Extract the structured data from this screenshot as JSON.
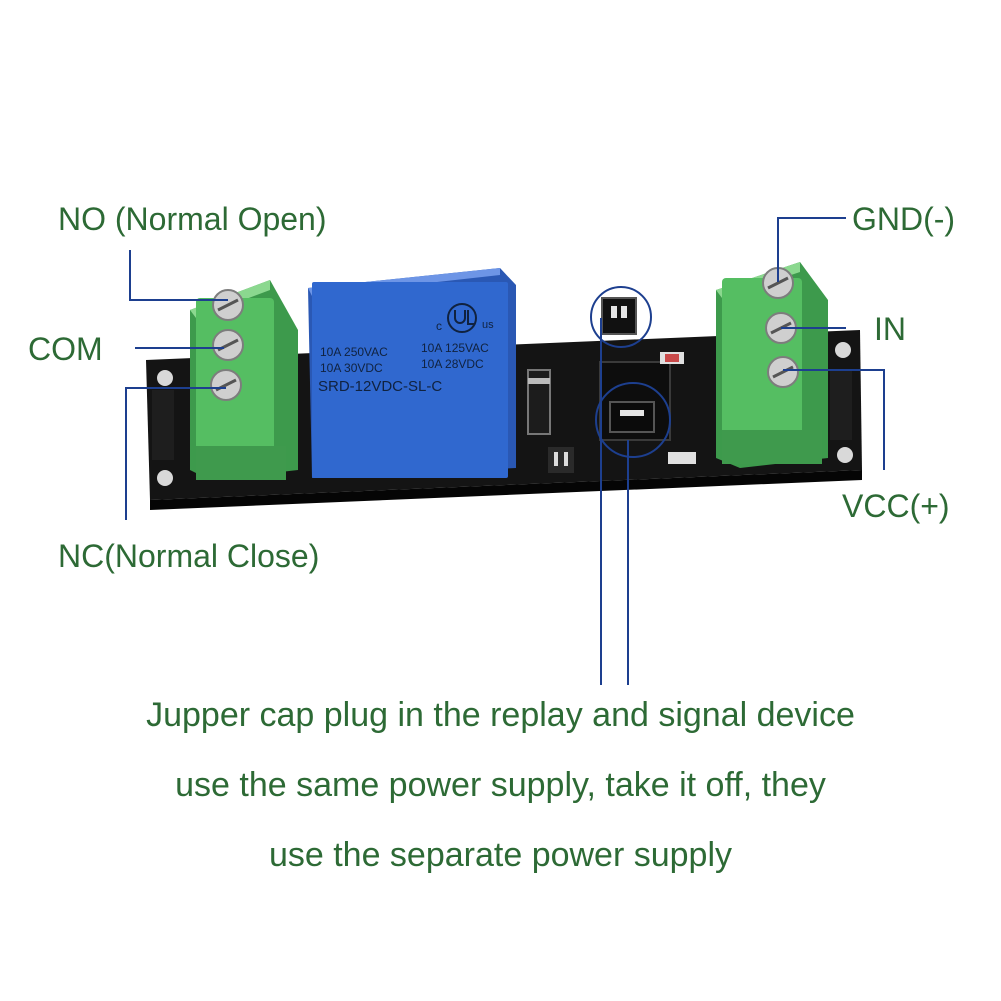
{
  "labels": {
    "no": "NO (Normal Open)",
    "com": "COM",
    "nc": "NC(Normal Close)",
    "gnd": "GND(-)",
    "in": "IN",
    "vcc": "VCC(+)"
  },
  "relay": {
    "line1a": "10A 250VAC",
    "line1b": "10A 125VAC",
    "line2a": "10A  30VDC",
    "line2b": "10A  28VDC",
    "model": "SRD-12VDC-SL-C",
    "cert_c": "c",
    "cert_us": "us"
  },
  "caption": {
    "line1": "Jupper cap plug in the replay and signal device",
    "line2": "use the same power supply, take it off, they",
    "line3": "use the separate power supply"
  },
  "colors": {
    "label_green": "#2d6a35",
    "pointer_blue": "#1d3f8f",
    "terminal_green": "#4caf5a",
    "relay_blue": "#2f63c6",
    "pcb": "#111111"
  }
}
